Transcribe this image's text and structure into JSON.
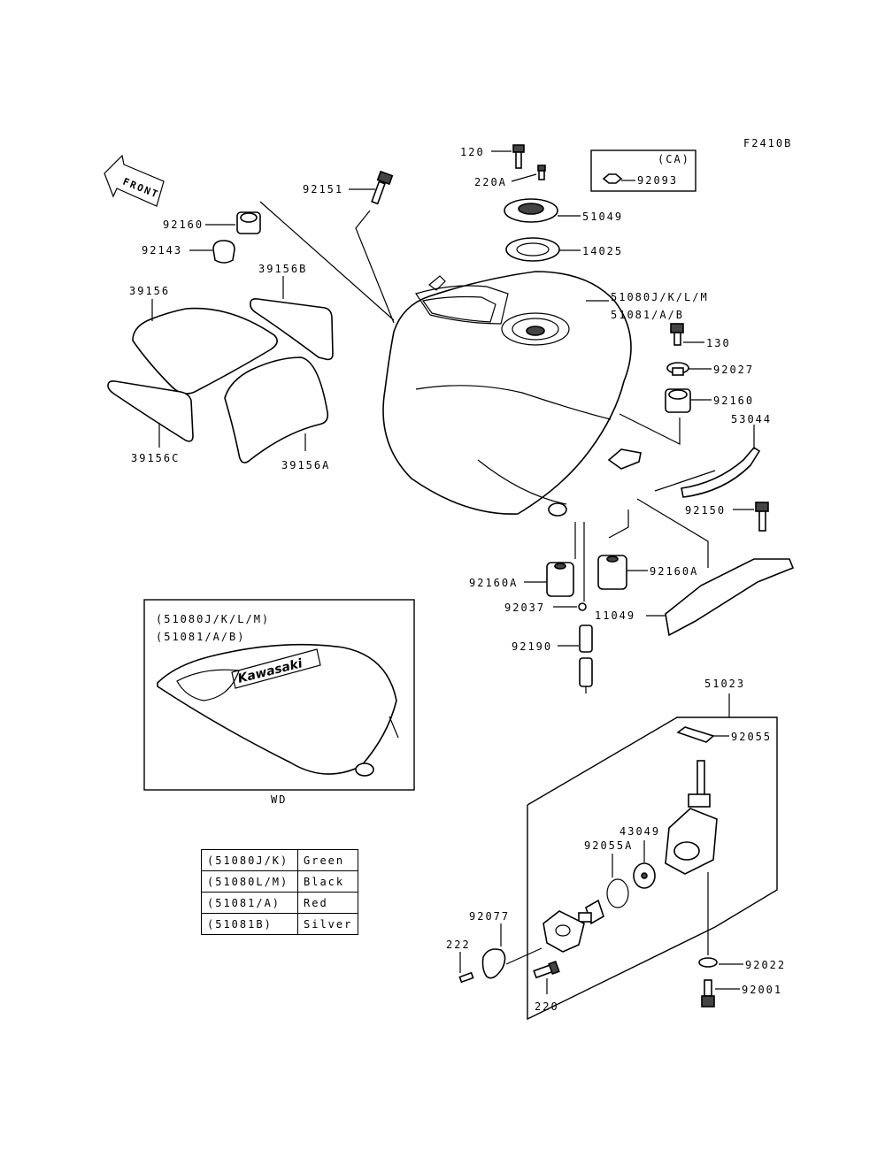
{
  "figure_code": "F2410B",
  "front_arrow": "FRONT",
  "region_box": {
    "label": "(CA)",
    "part": "92093"
  },
  "inset": {
    "line1": "(51080J/K/L/M)",
    "line2": "(51081/A/B)",
    "caption": "WD",
    "logo_text": "Kawasaki"
  },
  "parts": {
    "p120": "120",
    "p220A": "220A",
    "p51049": "51049",
    "p14025": "14025",
    "p92151": "92151",
    "p92160_top": "92160",
    "p92143": "92143",
    "p39156B": "39156B",
    "p39156": "39156",
    "p39156C": "39156C",
    "p39156A": "39156A",
    "p51080": "51080J/K/L/M",
    "p51081": "51081/A/B",
    "p130": "130",
    "p92027": "92027",
    "p92160_right": "92160",
    "p53044": "53044",
    "p92150": "92150",
    "p92160A_left": "92160A",
    "p92160A_right": "92160A",
    "p92037": "92037",
    "p11049": "11049",
    "p92190": "92190",
    "p51023": "51023",
    "p92055": "92055",
    "p43049": "43049",
    "p92055A": "92055A",
    "p92077": "92077",
    "p222": "222",
    "p220": "220",
    "p92022": "92022",
    "p92001": "92001"
  },
  "color_table": [
    {
      "code": "(51080J/K)",
      "color": "Green"
    },
    {
      "code": "(51080L/M)",
      "color": "Black"
    },
    {
      "code": "(51081/A)",
      "color": "Red"
    },
    {
      "code": "(51081B)",
      "color": "Silver"
    }
  ]
}
